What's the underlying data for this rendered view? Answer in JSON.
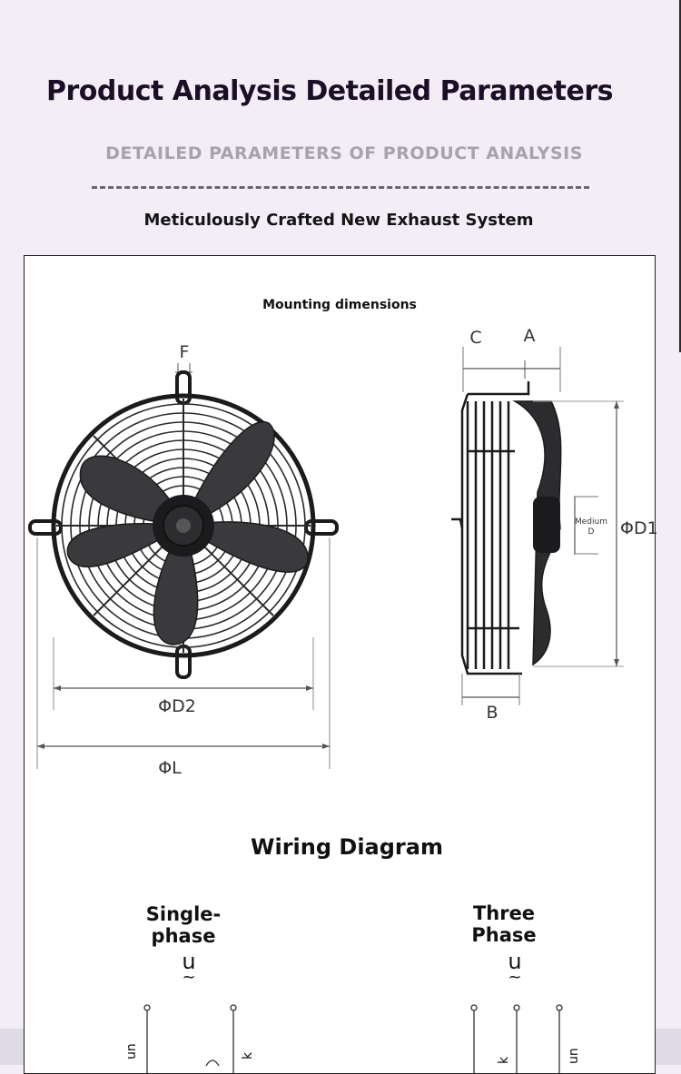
{
  "header": {
    "title": "Product Analysis Detailed Parameters",
    "subtitle": "DETAILED PARAMETERS OF PRODUCT ANALYSIS",
    "tagline": "Meticulously Crafted New Exhaust System"
  },
  "mounting": {
    "label": "Mounting dimensions",
    "front_view": {
      "top_label": "F",
      "inner_width_label": "ΦD2",
      "overall_width_label": "ΦL"
    },
    "side_view": {
      "label_c": "C",
      "label_a": "A",
      "label_b": "B",
      "medium_label": "Medium",
      "medium_sub": "D",
      "height_label": "ΦD1"
    }
  },
  "wiring": {
    "title": "Wiring Diagram",
    "single_phase": {
      "label": "Single-phase",
      "symbol": "u",
      "tilde": "~",
      "wire_labels": [
        "un",
        "k"
      ]
    },
    "three_phase": {
      "label": "Three Phase",
      "symbol": "u",
      "tilde": "~",
      "wire_labels": [
        "k",
        "un"
      ]
    }
  },
  "colors": {
    "background": "#f3eef6",
    "title": "#1a0f26",
    "subtitle": "#a8a2ac",
    "fan_dark": "#1b1b1d",
    "blade": "#3a3a3d"
  }
}
